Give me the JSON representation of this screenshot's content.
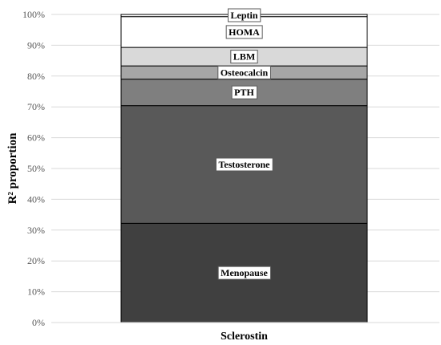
{
  "chart_data": {
    "type": "bar",
    "stacked": true,
    "categories": [
      "Sclerostin"
    ],
    "ylabel": "R² proportion",
    "ylim": [
      0,
      100
    ],
    "yticks": [
      "0%",
      "10%",
      "20%",
      "30%",
      "40%",
      "50%",
      "60%",
      "70%",
      "80%",
      "90%",
      "100%"
    ],
    "grid": true,
    "series": [
      {
        "name": "Menopause",
        "values": [
          32.2
        ],
        "color": "#404040"
      },
      {
        "name": "Testosterone",
        "values": [
          38.2
        ],
        "color": "#595959"
      },
      {
        "name": "PTH",
        "values": [
          8.6
        ],
        "color": "#7f7f7f"
      },
      {
        "name": "Osteocalcin",
        "values": [
          4.3
        ],
        "color": "#a6a6a6"
      },
      {
        "name": "LBM",
        "values": [
          6.0
        ],
        "color": "#d9d9d9"
      },
      {
        "name": "HOMA",
        "values": [
          10.0
        ],
        "color": "#ffffff"
      },
      {
        "name": "Leptin",
        "values": [
          0.7
        ],
        "color": "#ffffff"
      }
    ]
  }
}
